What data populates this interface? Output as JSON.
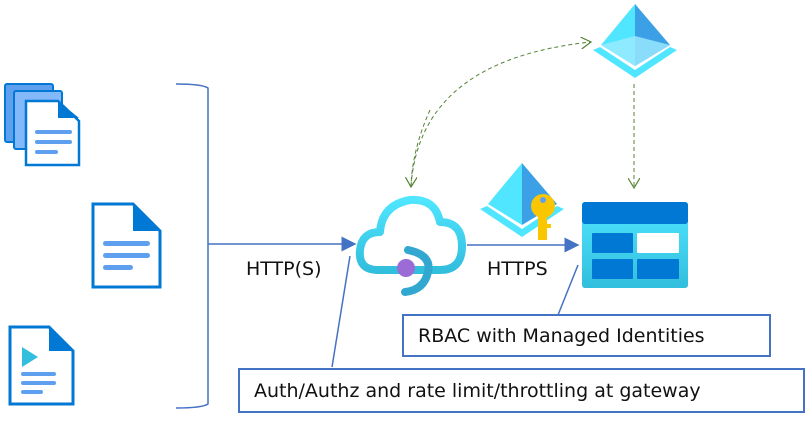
{
  "labels": {
    "http_client": "HTTP(S)",
    "https_backend": "HTTPS"
  },
  "callouts": {
    "rbac": "RBAC with Managed Identities",
    "gateway": "Auth/Authz and rate limit/throttling at gateway"
  },
  "icons": [
    "multiple-documents-icon",
    "document-icon",
    "media-file-icon",
    "api-management-cloud-icon",
    "entra-id-icon",
    "managed-identity-key-icon",
    "storage-account-icon"
  ],
  "colors": {
    "connector": "#4472c4",
    "dashed": "#548235",
    "azure_blue": "#0078d4",
    "azure_cyan": "#50e6ff"
  }
}
